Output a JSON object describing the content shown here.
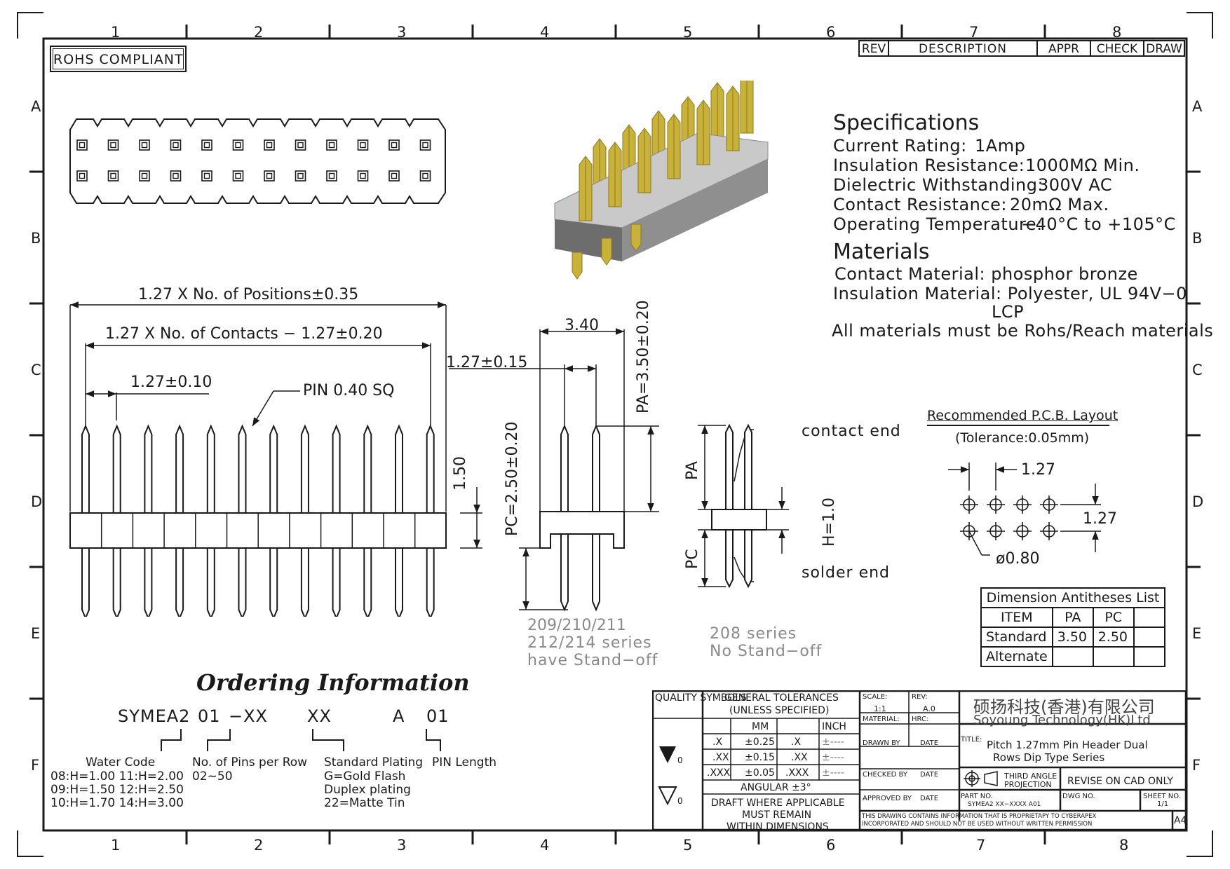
{
  "frame": {
    "cols_top": [
      "1",
      "2",
      "3",
      "4",
      "5",
      "6",
      "7",
      "8"
    ],
    "cols_bottom": [
      "1",
      "2",
      "3",
      "4",
      "5",
      "6",
      "7",
      "8"
    ],
    "rows_left": [
      "A",
      "B",
      "C",
      "D",
      "E",
      "F"
    ],
    "rows_right": [
      "A",
      "B",
      "C",
      "D",
      "E",
      "F"
    ]
  },
  "rohs": "ROHS COMPLIANT",
  "revision_block": {
    "rev": "REV",
    "description": "DESCRIPTION",
    "appr": "APPR",
    "check": "CHECK",
    "draw": "DRAW"
  },
  "specifications": {
    "heading": "Specifications",
    "current_rating_label": "Current Rating:",
    "current_rating_value": "1Amp",
    "insulation_resistance_label": "Insulation Resistance:",
    "insulation_resistance_value": "1000MΩ Min.",
    "dielectric_label": "Dielectric Withstanding:",
    "dielectric_value": "300V AC",
    "contact_resistance_label": "Contact Resistance:",
    "contact_resistance_value": "20mΩ Max.",
    "operating_temp_label": "Operating Temperature:",
    "operating_temp_value": "−40°C to +105°C"
  },
  "materials": {
    "heading": "Materials",
    "contact": "Contact Material: phosphor bronze",
    "insulation": "Insulation Material: Polyester, UL 94V−0",
    "insulation_2": "LCP",
    "note": "All materials must be Rohs/Reach materials"
  },
  "front_view": {
    "dim_positions": "1.27 X No. of Positions±0.35",
    "dim_contacts": "1.27 X No. of Contacts − 1.27±0.20",
    "dim_pitch": "1.27±0.10",
    "pin_note": "PIN 0.40 SQ",
    "dim_body": "1.50"
  },
  "side_view_209": {
    "dim_width": "3.40",
    "dim_pitch": "1.27±0.15",
    "dim_pa": "PA=3.50±0.20",
    "dim_pc": "PC=2.50±0.20",
    "caption_1": "209/210/211",
    "caption_2": "212/214 series",
    "caption_3": "have Stand−off"
  },
  "side_view_208": {
    "pa": "PA",
    "pc": "PC",
    "h": "H=1.0",
    "contact_end": "contact end",
    "solder_end": "solder end",
    "caption_1": "208 series",
    "caption_2": "No Stand−off"
  },
  "pcb_layout": {
    "title": "Recommended P.C.B. Layout",
    "tolerance": "(Tolerance:0.05mm)",
    "dim_x": "1.27",
    "dim_y": "1.27",
    "hole": "ø0.80"
  },
  "antitheses_table": {
    "title": "Dimension Antitheses List",
    "headers": [
      "ITEM",
      "PA",
      "PC",
      ""
    ],
    "rows": [
      [
        "Standard",
        "3.50",
        "2.50",
        ""
      ],
      [
        "Alternate",
        "",
        "",
        ""
      ]
    ]
  },
  "ordering": {
    "title": "Ordering Information",
    "code_parts": [
      "SYMEA2",
      "01",
      "−XX",
      "XX",
      "A",
      "01"
    ],
    "water_code_label": "Water Code",
    "water_codes": [
      "08:H=1.00 11:H=2.00",
      "09:H=1.50 12:H=2.50",
      "10:H=1.70 14:H=3.00"
    ],
    "pins_label": "No. of Pins per Row",
    "pins_range": "02~50",
    "plating_label": "Standard Plating",
    "plating_options": [
      "G=Gold Flash",
      "Duplex plating",
      "22=Matte Tin"
    ],
    "pin_length_label": "PIN Length"
  },
  "title_block": {
    "quality_symbols": "QUALITY SYMBOLS",
    "general_tol_1": "GENERAL TOLERANCES",
    "general_tol_2": "(UNLESS SPECIFIED)",
    "mm": "MM",
    "inch": "INCH",
    "tol_rows": [
      [
        ".X",
        "±0.25",
        ".X",
        "±----"
      ],
      [
        ".XX",
        "±0.15",
        ".XX",
        "±----"
      ],
      [
        ".XXX",
        "±0.05",
        ".XXX",
        "±----"
      ]
    ],
    "angular": "ANGULAR ±3°",
    "draft_1": "DRAFT WHERE APPLICABLE",
    "draft_2": "MUST REMAIN",
    "draft_3": "WITHIN DIMENSIONS",
    "sym_0a": "0",
    "sym_0b": "0",
    "scale_label": "SCALE:",
    "scale_value": "1:1",
    "rev_label": "REV:",
    "rev_value": "A.0",
    "material_label": "MATERIAL:",
    "hrc_label": "HRC:",
    "drawn_by": "DRAWN BY",
    "checked_by": "CHECKED BY",
    "approved_by": "APPROVED BY",
    "date": "DATE",
    "company_cn": "硕扬科技(香港)有限公司",
    "company_en": "Soyoung Technology(HK)Ltd",
    "title_label": "TITLE:",
    "title_1": "Pitch 1.27mm Pin Header Dual",
    "title_2": "Rows Dip Type Series",
    "projection_1": "THIRD ANGLE",
    "projection_2": "PROJECTION",
    "revise": "REVISE ON CAD ONLY",
    "part_no_label": "PART NO.",
    "part_no_value": "SYMEA2 XX−XXXX A01",
    "dwg_no_label": "DWG NO.",
    "sheet_label": "SHEET NO.",
    "sheet_value": "1/1",
    "proprietary_1": "THIS DRAWING CONTAINS INFORMATION THAT IS PROPRIETAPY TO CYBERAPEX",
    "proprietary_2": "INCORPORATED AND SHOULD NOT BE USED WITHOUT WRITTEN PERMISSION",
    "size": "A4"
  },
  "colors": {
    "ink": "#1a1a1a",
    "gray_text": "#8a8a8a",
    "pin_gold": "#c9b23a",
    "pin_gold_dark": "#8c7a1c",
    "housing_light": "#c9c9c9",
    "housing_dark": "#6d6d6d"
  }
}
